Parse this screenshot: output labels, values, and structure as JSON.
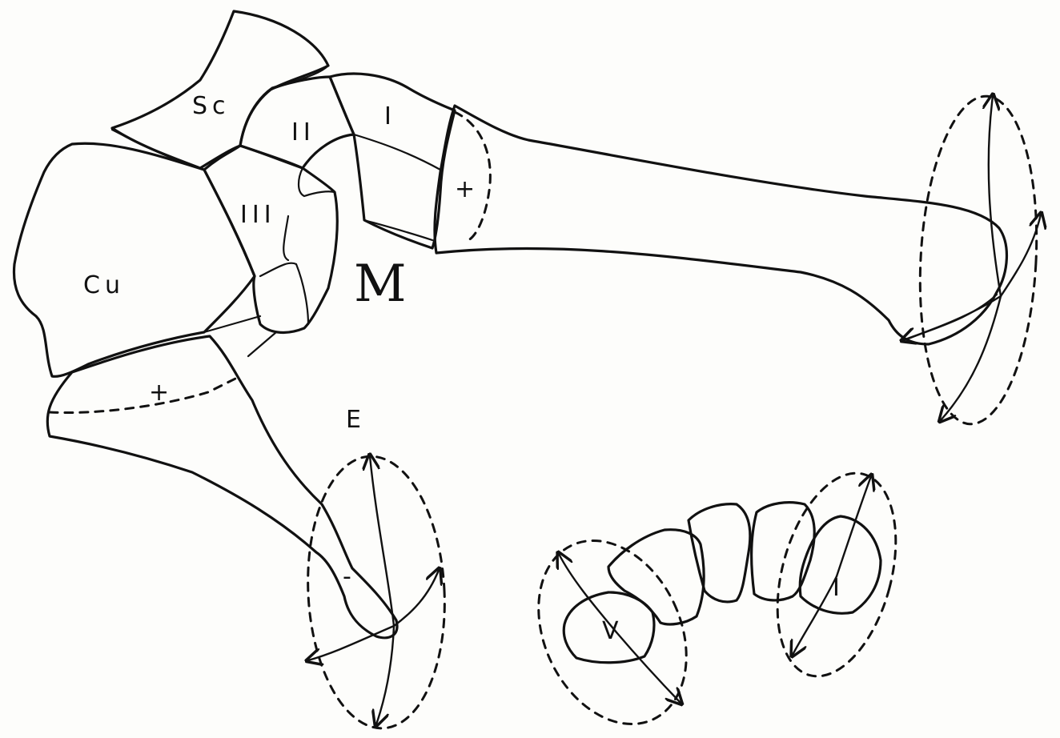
{
  "labels": {
    "scaphoid": "Sc",
    "cuboid": "Cu",
    "cuneiform_1": "I",
    "cuneiform_2": "II",
    "cuneiform_3": "III",
    "metatarsal_marker": "M",
    "fifth_metatarsal_marker": "E",
    "head_1": "I",
    "head_5": "V",
    "mark_1": "+",
    "mark_2": "+",
    "mark_3": "-"
  }
}
